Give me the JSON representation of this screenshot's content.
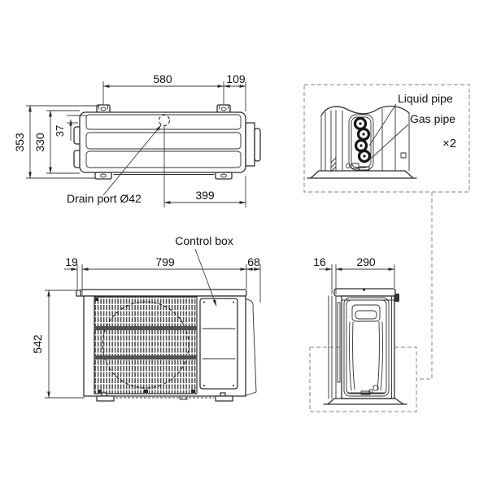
{
  "drawing": {
    "top_view": {
      "width_580": "580",
      "offset_109": "109",
      "depth_353": "353",
      "depth_330": "330",
      "offset_37": "37",
      "drain_offset_399": "399",
      "drain_label": "Drain port Ø42"
    },
    "front_view": {
      "offset_19": "19",
      "width_799": "799",
      "offset_68": "68",
      "height_542": "542",
      "control_box_label": "Control box"
    },
    "side_view": {
      "offset_16": "16",
      "depth_290": "290"
    },
    "pipe_detail": {
      "liquid_label": "Liquid pipe",
      "gas_label": "Gas pipe",
      "quantity_label": "×2"
    }
  },
  "colors": {
    "line": "#2f2f2f",
    "dimension": "#3a3a3a",
    "dashed_box": "#9a9a9a",
    "background": "#ffffff"
  }
}
